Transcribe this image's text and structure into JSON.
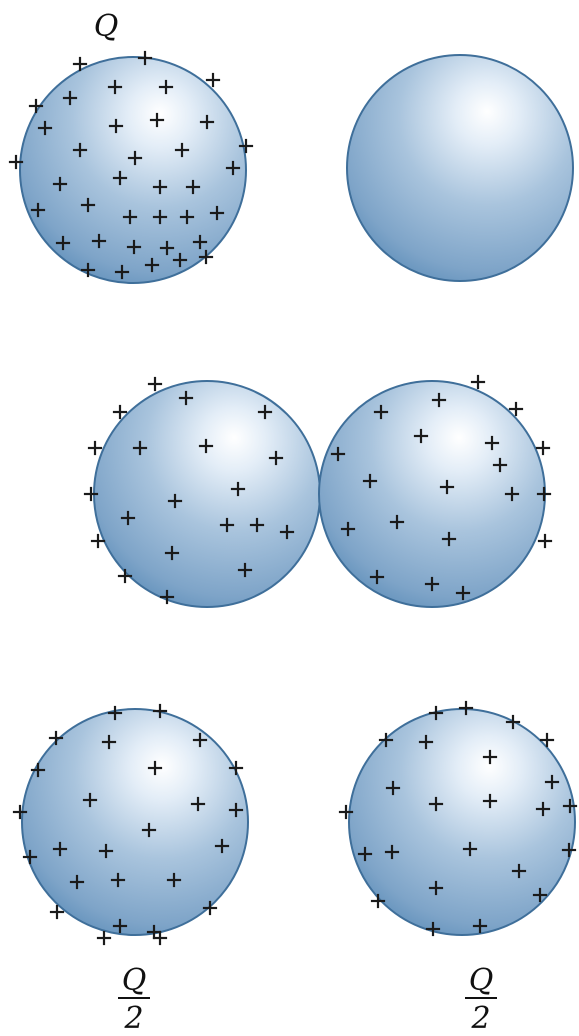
{
  "colors": {
    "sphere_edge": "#3f6f9a",
    "sphere_highlight": "#ffffff",
    "sphere_mid": "#a9c4dd",
    "sphere_dark": "#5f8fba",
    "sign": "#1a1a1a"
  },
  "panels": {
    "top": {
      "label": "Q",
      "left_sphere_charge": "+",
      "right_sphere_charge": ""
    },
    "middle": {
      "charge": "+"
    },
    "bottom": {
      "left_numerator": "Q",
      "left_denominator": "2",
      "right_numerator": "Q",
      "right_denominator": "2"
    }
  }
}
